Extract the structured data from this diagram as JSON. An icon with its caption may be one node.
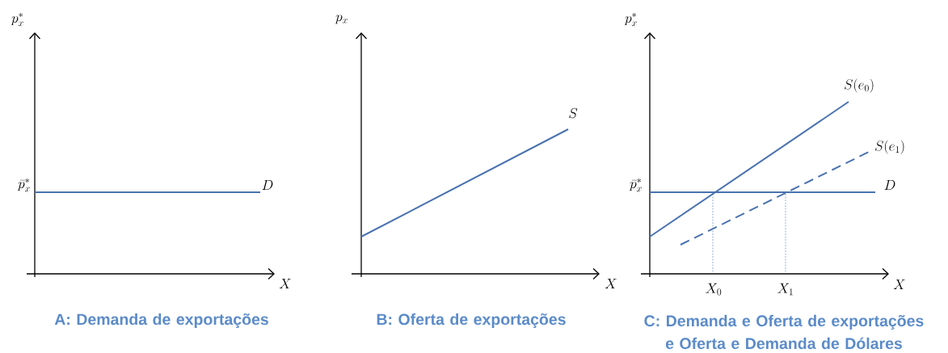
{
  "diagram": {
    "labels": [
      "p_x^*",
      "\\bar{p}_x^*",
      "D",
      "X",
      "A: Demanda de exportações",
      "p_x",
      "S",
      "X",
      "B: Oferta de exportações",
      "p_x^*",
      "S(e_0)",
      "S(e_1)",
      "\\bar{p}_x^*",
      "D",
      "X",
      "X_0",
      "X_1",
      "C: Demanda e Oferta de exportações e Oferta e Demanda de Dólares"
    ]
  }
}
